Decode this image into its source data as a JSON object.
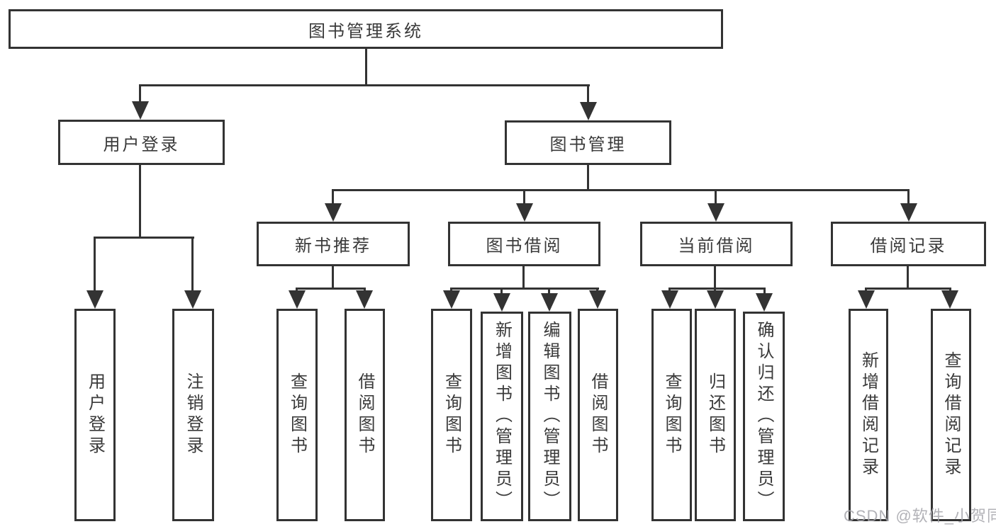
{
  "diagram": {
    "title": "图书管理系统",
    "branches": {
      "user_login": {
        "label": "用户登录",
        "children": [
          "用户登录",
          "注销登录"
        ]
      },
      "book_mgmt": {
        "label": "图书管理",
        "sections": [
          {
            "label": "新书推荐",
            "children": [
              "查询图书",
              "借阅图书"
            ]
          },
          {
            "label": "图书借阅",
            "children": [
              "查询图书",
              "新增图书（管理员）",
              "编辑图书（管理员）",
              "借阅图书"
            ]
          },
          {
            "label": "当前借阅",
            "children": [
              "查询图书",
              "归还图书",
              "确认归还（管理员）"
            ]
          },
          {
            "label": "借阅记录",
            "children": [
              "新增借阅记录",
              "查询借阅记录"
            ]
          }
        ]
      }
    }
  },
  "watermark": {
    "text": "CSDN @软件_小贺同学"
  },
  "colors": {
    "line": "#333333",
    "text": "#3a3a3a",
    "background": "#ffffff",
    "watermark": "#a5a5aa"
  }
}
